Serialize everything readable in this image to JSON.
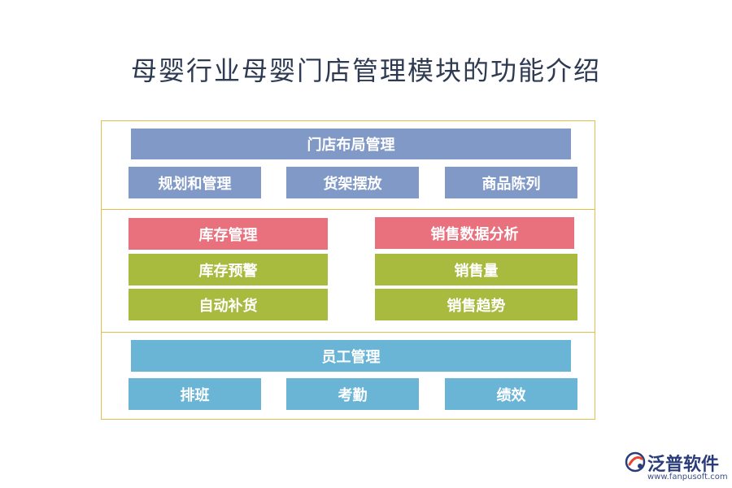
{
  "title": "母婴行业母婴门店管理模块的功能介绍",
  "sections": {
    "store_layout": {
      "header": "门店布局管理",
      "items": [
        "规划和管理",
        "货架摆放",
        "商品陈列"
      ]
    },
    "inventory": {
      "header": "库存管理",
      "items": [
        "库存预警",
        "自动补货"
      ]
    },
    "sales": {
      "header": "销售数据分析",
      "items": [
        "销售量",
        "销售趋势"
      ]
    },
    "staff": {
      "header": "员工管理",
      "items": [
        "排班",
        "考勤",
        "绩效"
      ]
    }
  },
  "logo": {
    "name": "泛普软件",
    "url": "www.fanpusoft.com"
  },
  "colors": {
    "layout_blue": "#8199c7",
    "header_pink": "#e8717d",
    "item_olive": "#a8bb3f",
    "staff_sky": "#6ab4d6",
    "frame_border": "#e0c04a"
  }
}
